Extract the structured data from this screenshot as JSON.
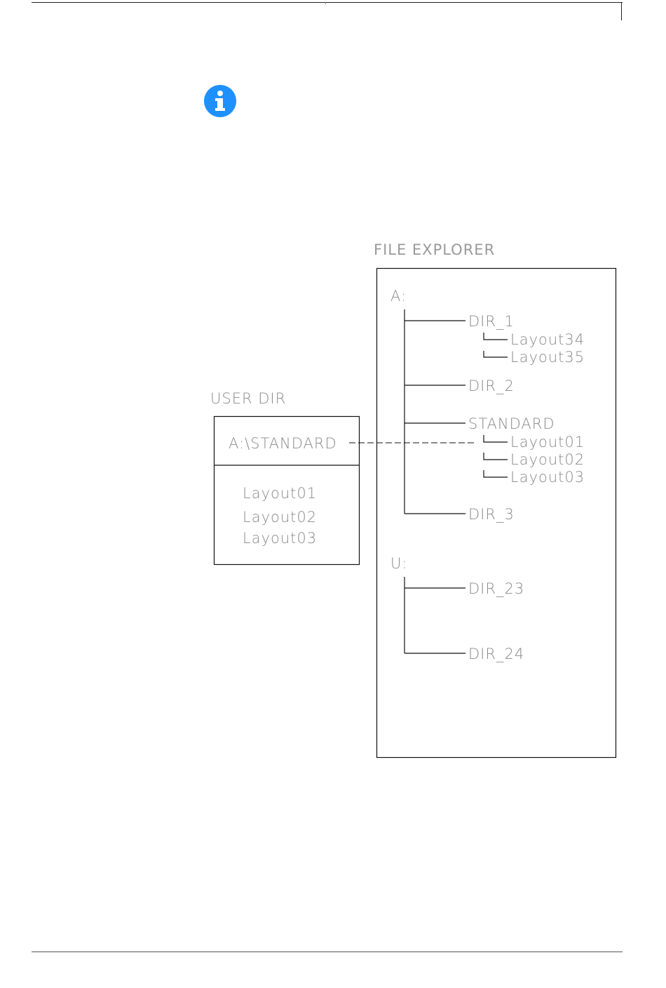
{
  "header": {
    "title": ""
  },
  "diagram": {
    "user_dir": {
      "title": "USER DIR",
      "path": "A:\\STANDARD",
      "files": [
        "Layout01",
        "Layout02",
        "Layout03"
      ]
    },
    "file_explorer": {
      "title": "FILE EXPLORER",
      "drive_a": {
        "label": "A:",
        "dir1": {
          "label": "DIR_1",
          "files": [
            "Layout34",
            "Layout35"
          ]
        },
        "dir2": {
          "label": "DIR_2"
        },
        "standard": {
          "label": "STANDARD",
          "files": [
            "Layout01",
            "Layout02",
            "Layout03"
          ]
        },
        "dir3": {
          "label": "DIR_3"
        }
      },
      "drive_u": {
        "label": "U:",
        "dir23": {
          "label": "DIR_23"
        },
        "dir24": {
          "label": "DIR_24"
        }
      }
    }
  },
  "colors": {
    "info_icon": "#1e90ff",
    "label_text": "#8a8a8a",
    "lines": "#111111"
  },
  "icons": {
    "info": "info-icon"
  }
}
